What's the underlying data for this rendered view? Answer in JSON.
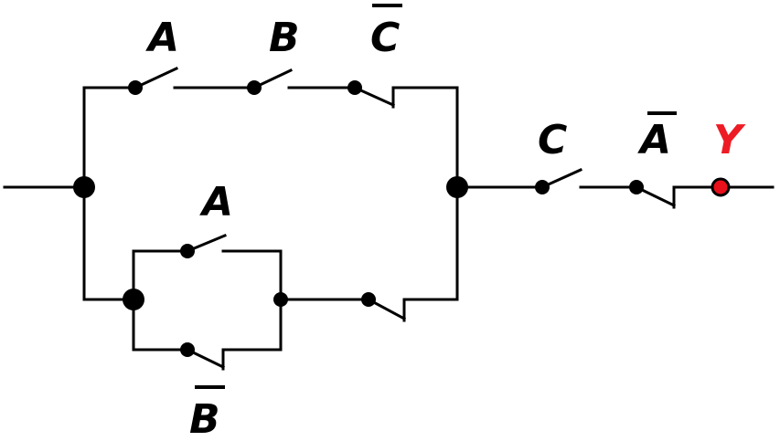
{
  "colors": {
    "wire": "#000000",
    "output_text": "#ed1c24",
    "output_node": "#e8101a"
  },
  "labels": {
    "top_a": "A",
    "top_b": "B",
    "top_c_bar": "C",
    "mid_a": "A",
    "bottom_b_bar": "B",
    "right_c": "C",
    "right_a_bar": "A",
    "output": "Y"
  }
}
